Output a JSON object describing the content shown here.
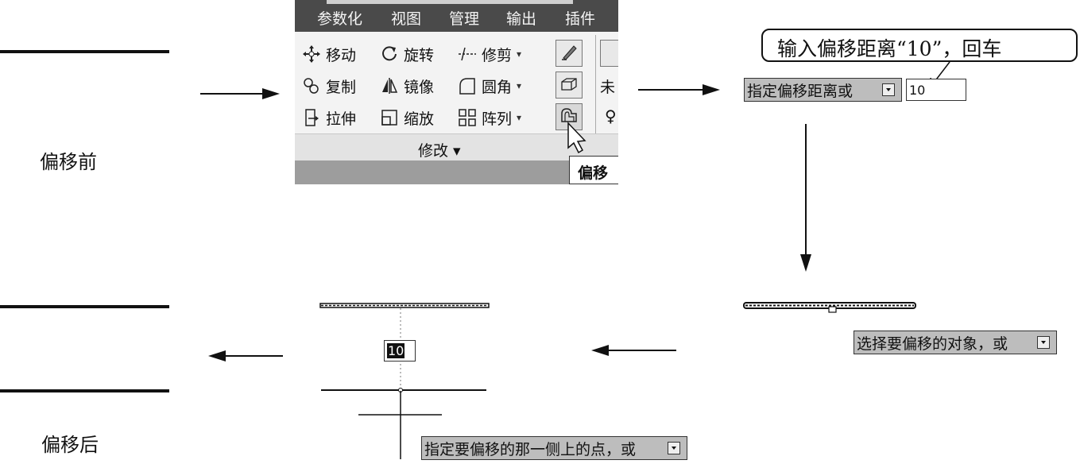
{
  "captions": {
    "before": "偏移前",
    "after": "偏移后"
  },
  "ribbon": {
    "tabs": [
      "参数化",
      "视图",
      "管理",
      "输出",
      "插件"
    ],
    "tools": {
      "move": "移动",
      "rotate": "旋转",
      "trim": "修剪",
      "copy": "复制",
      "mirror": "镜像",
      "fillet": "圆角",
      "stretch": "拉伸",
      "scale": "缩放",
      "array": "阵列"
    },
    "partial_right": [
      "未"
    ],
    "panel_label": "修改 ▾",
    "tooltip": "偏移"
  },
  "callout": {
    "text": "输入偏移距离“10”，回车"
  },
  "prompts": {
    "distance": "指定偏移距离或",
    "distance_value": "10",
    "select": "选择要偏移的对象，或",
    "side": "指定要偏移的那一侧上的点，或"
  },
  "preview_input": "10",
  "icons": [
    "move-icon",
    "rotate-icon",
    "trim-icon",
    "copy-icon",
    "mirror-icon",
    "fillet-icon",
    "stretch-icon",
    "scale-icon",
    "array-icon",
    "erase-icon",
    "explode-icon",
    "offset-icon",
    "cursor-icon"
  ]
}
